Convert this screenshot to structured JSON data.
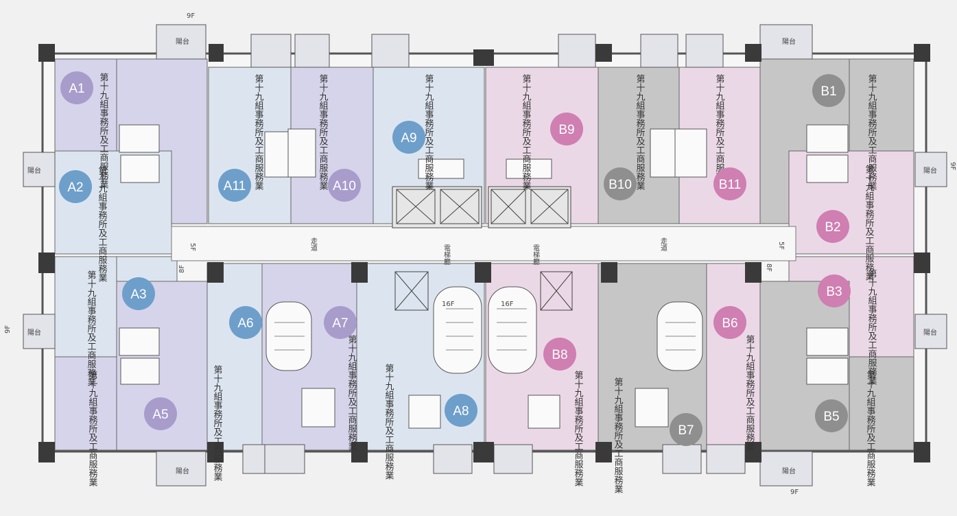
{
  "colors": {
    "A_purple": "#d6d4ea",
    "A_blue": "#dce5ef",
    "B_pink": "#ebd8e6",
    "B_gray": "#c6c6c6",
    "corridor": "#f6f6f6",
    "wall": "#3a3a3a",
    "badge_purple": "#a89ccb",
    "badge_blue": "#6e9fcb",
    "badge_pink": "#cf7fb1",
    "badge_gray": "#8f8f8f"
  },
  "floor_marks": {
    "f9_top": "9F",
    "f9_left": "9F",
    "f9_right": "9F",
    "f9_bottom": "9F",
    "f5_left": "5F",
    "f5_right": "5F",
    "f8_left": "8F",
    "f8_right": "8F"
  },
  "units": [
    {
      "id": "A1",
      "color": "purple",
      "use": "第十九組事務所及工商服務業"
    },
    {
      "id": "A2",
      "color": "blue",
      "use": "第十九組事務所及工商服務業"
    },
    {
      "id": "A3",
      "color": "blue",
      "use": "第十九組事務所及工商服務業"
    },
    {
      "id": "A5",
      "color": "purple",
      "use": "第十九組事務所及工商服務業"
    },
    {
      "id": "A6",
      "color": "blue",
      "use": "第十九組事務所及工商服務業"
    },
    {
      "id": "A7",
      "color": "purple",
      "use": "第十九組事務所及工商服務業"
    },
    {
      "id": "A8",
      "color": "blue",
      "use": "第十九組事務所及工商服務業"
    },
    {
      "id": "A9",
      "color": "blue",
      "use": "第十九組事務所及工商服務業"
    },
    {
      "id": "A10",
      "color": "purple",
      "use": "第十九組事務所及工商服務業"
    },
    {
      "id": "A11",
      "color": "blue",
      "use": "第十九組事務所及工商服務業"
    },
    {
      "id": "B1",
      "color": "gray",
      "use": "第十九組事務所及工商服務業"
    },
    {
      "id": "B2",
      "color": "pink",
      "use": "第十九組事務所及工商服務業"
    },
    {
      "id": "B3",
      "color": "pink",
      "use": "第十九組事務所及工商服務業"
    },
    {
      "id": "B5",
      "color": "gray",
      "use": "第十九組事務所及工商服務業"
    },
    {
      "id": "B6",
      "color": "pink",
      "use": "第十九組事務所及工商服務業"
    },
    {
      "id": "B7",
      "color": "gray",
      "use": "第十九組事務所及工商服務業"
    },
    {
      "id": "B8",
      "color": "pink",
      "use": "第十九組事務所及工商服務業"
    },
    {
      "id": "B9",
      "color": "pink",
      "use": "第十九組事務所及工商服務業"
    },
    {
      "id": "B10",
      "color": "gray",
      "use": "第十九組事務所及工商服務業"
    },
    {
      "id": "B11",
      "color": "pink",
      "use": "第十九組事務所及工商服務業"
    }
  ],
  "labels": {
    "balcony": "陽台",
    "lobby": "電梯廳",
    "corridor": "走道",
    "stair_up": "16F"
  }
}
